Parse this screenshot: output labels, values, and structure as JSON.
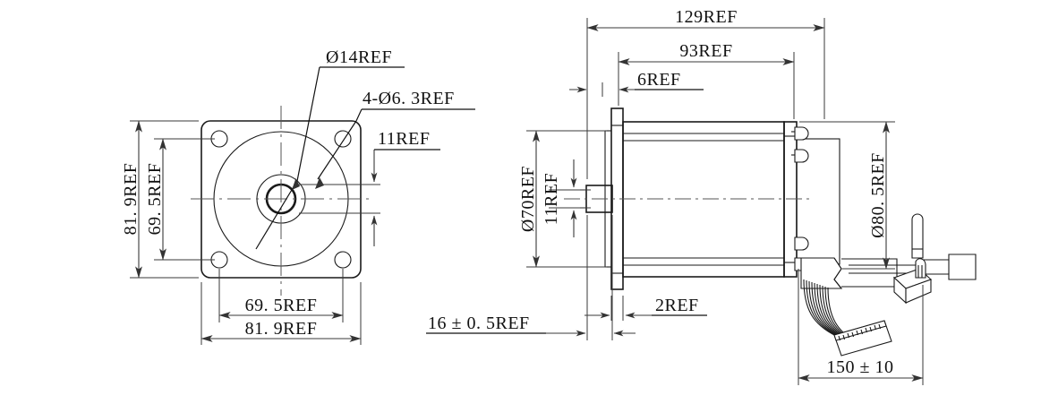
{
  "drawing": {
    "type": "mechanical-engineering-drawing",
    "subject": "brushless DC motor with encoder and ribbon cable",
    "views": [
      "front-face-view",
      "side-section-view"
    ],
    "line_color": "#1a1a1a",
    "dim_color": "#3a3a3a",
    "background": "#ffffff"
  },
  "front_view": {
    "dimensions": {
      "shaft_diameter": "Ø14REF",
      "mounting_holes": "4-Ø6. 3REF",
      "hub_height": "11REF",
      "height_outer": "81. 9REF",
      "height_bolt_circle": "69. 5REF",
      "width_bolt_circle": "69. 5REF",
      "width_outer": "81. 9REF"
    }
  },
  "side_view": {
    "dimensions": {
      "overall_length": "129REF",
      "body_length": "93REF",
      "flange_step": "6REF",
      "pilot_diameter": "Ø70REF",
      "shaft_diameter": "11REF",
      "body_diameter": "Ø80. 5REF",
      "shaft_length": "16 ± 0. 5REF",
      "flange_thickness": "2REF",
      "cable_length": "150 ± 10"
    }
  }
}
